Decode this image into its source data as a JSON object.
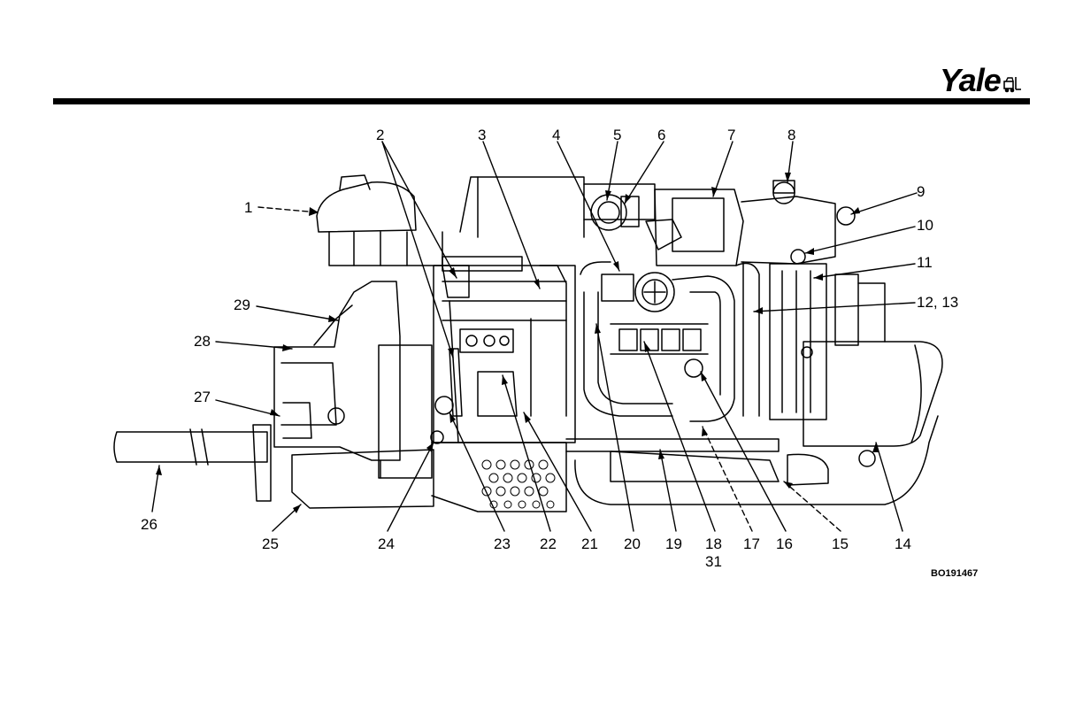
{
  "logo": {
    "text": "Yale"
  },
  "figure_code": "BO191467",
  "callouts": [
    "1",
    "2",
    "3",
    "4",
    "5",
    "6",
    "7",
    "8",
    "9",
    "10",
    "11",
    "12, 13",
    "14",
    "15",
    "16",
    "17",
    "18",
    "31",
    "19",
    "20",
    "21",
    "22",
    "23",
    "24",
    "25",
    "26",
    "27",
    "28",
    "29"
  ]
}
